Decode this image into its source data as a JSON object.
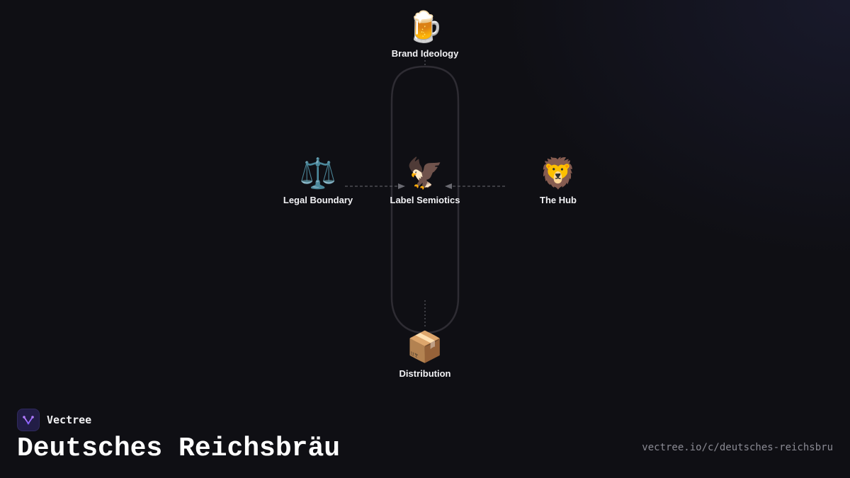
{
  "diagram": {
    "nodes": [
      {
        "id": "brand-ideology",
        "label": "Brand Ideology",
        "icon": "🍺",
        "icon_name": "beer-mug-icon"
      },
      {
        "id": "legal-boundary",
        "label": "Legal Boundary",
        "icon": "⚖️",
        "icon_name": "balance-scale-icon"
      },
      {
        "id": "label-semiotics",
        "label": "Label Semiotics",
        "icon": "🦅",
        "icon_name": "eagle-icon"
      },
      {
        "id": "the-hub",
        "label": "The Hub",
        "icon": "🦁",
        "icon_name": "lion-icon"
      },
      {
        "id": "distribution",
        "label": "Distribution",
        "icon": "📦",
        "icon_name": "package-icon"
      }
    ],
    "edges": [
      {
        "from": "brand-ideology",
        "to": "distribution",
        "style": "dotted, looped"
      },
      {
        "from": "legal-boundary",
        "to": "label-semiotics",
        "style": "dashed, arrow"
      },
      {
        "from": "the-hub",
        "to": "label-semiotics",
        "style": "dashed, arrow"
      }
    ],
    "colors": {
      "background": "#0f0f14",
      "edge": "#6b6b72",
      "loop": "#2e2c33",
      "label": "#f2f2f5"
    }
  },
  "footer": {
    "brand_name": "Vectree",
    "logo_icon": "vectree-logo-icon",
    "title": "Deutsches Reichsbräu",
    "url": "vectree.io/c/deutsches-reichsbru",
    "colors": {
      "logo_bg": "#221d46",
      "logo_accent": "#9b6bff",
      "url": "#8a8a93"
    }
  }
}
